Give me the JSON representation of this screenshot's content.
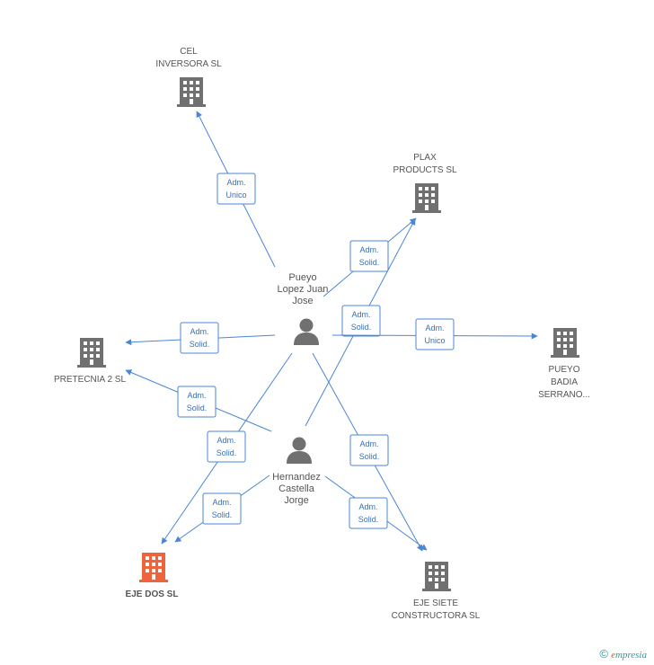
{
  "colors": {
    "edge": "#4a86d4",
    "company": "#707070",
    "main_company": "#f0643c",
    "person": "#707070"
  },
  "nodes": [
    {
      "id": "cel",
      "kind": "company",
      "icon": "building-icon",
      "label": [
        "CEL",
        "INVERSORA SL"
      ]
    },
    {
      "id": "plax",
      "kind": "company",
      "icon": "building-icon",
      "label": [
        "PLAX",
        "PRODUCTS SL"
      ]
    },
    {
      "id": "pretecnia",
      "kind": "company",
      "icon": "building-icon",
      "label": [
        "PRETECNIA 2 SL"
      ]
    },
    {
      "id": "pueyo_badia",
      "kind": "company",
      "icon": "building-icon",
      "label": [
        "PUEYO",
        "BADIA",
        "SERRANO..."
      ]
    },
    {
      "id": "eje_dos",
      "kind": "main",
      "icon": "building-icon",
      "label": [
        "EJE DOS SL"
      ]
    },
    {
      "id": "eje_siete",
      "kind": "company",
      "icon": "building-icon",
      "label": [
        "EJE SIETE",
        "CONSTRUCTORA SL"
      ]
    },
    {
      "id": "pueyo_lopez",
      "kind": "person",
      "icon": "person-icon",
      "label": [
        "Pueyo",
        "Lopez Juan",
        "Jose"
      ]
    },
    {
      "id": "hernandez",
      "kind": "person",
      "icon": "person-icon",
      "label": [
        "Hernandez",
        "Castella",
        "Jorge"
      ]
    }
  ],
  "edges": [
    {
      "from": "pueyo_lopez",
      "to": "cel",
      "label": [
        "Adm.",
        "Unico"
      ]
    },
    {
      "from": "pueyo_lopez",
      "to": "plax",
      "label": [
        "Adm.",
        "Solid."
      ]
    },
    {
      "from": "hernandez",
      "to": "plax",
      "label": [
        "Adm.",
        "Solid."
      ]
    },
    {
      "from": "pueyo_lopez",
      "to": "pretecnia",
      "label": [
        "Adm.",
        "Solid."
      ]
    },
    {
      "from": "pueyo_lopez",
      "to": "pueyo_badia",
      "label": [
        "Adm.",
        "Unico"
      ]
    },
    {
      "from": "hernandez",
      "to": "pretecnia",
      "label": [
        "Adm.",
        "Solid."
      ]
    },
    {
      "from": "pueyo_lopez",
      "to": "eje_dos",
      "label": [
        "Adm.",
        "Solid."
      ]
    },
    {
      "from": "hernandez",
      "to": "eje_dos",
      "label": [
        "Adm.",
        "Solid."
      ]
    },
    {
      "from": "pueyo_lopez",
      "to": "eje_siete",
      "label": [
        "Adm.",
        "Solid."
      ]
    },
    {
      "from": "hernandez",
      "to": "eje_siete",
      "label": [
        "Adm.",
        "Solid."
      ]
    }
  ],
  "footer": {
    "copyright_symbol": "©",
    "brand_initial": "e",
    "brand_rest": "mpresia"
  }
}
